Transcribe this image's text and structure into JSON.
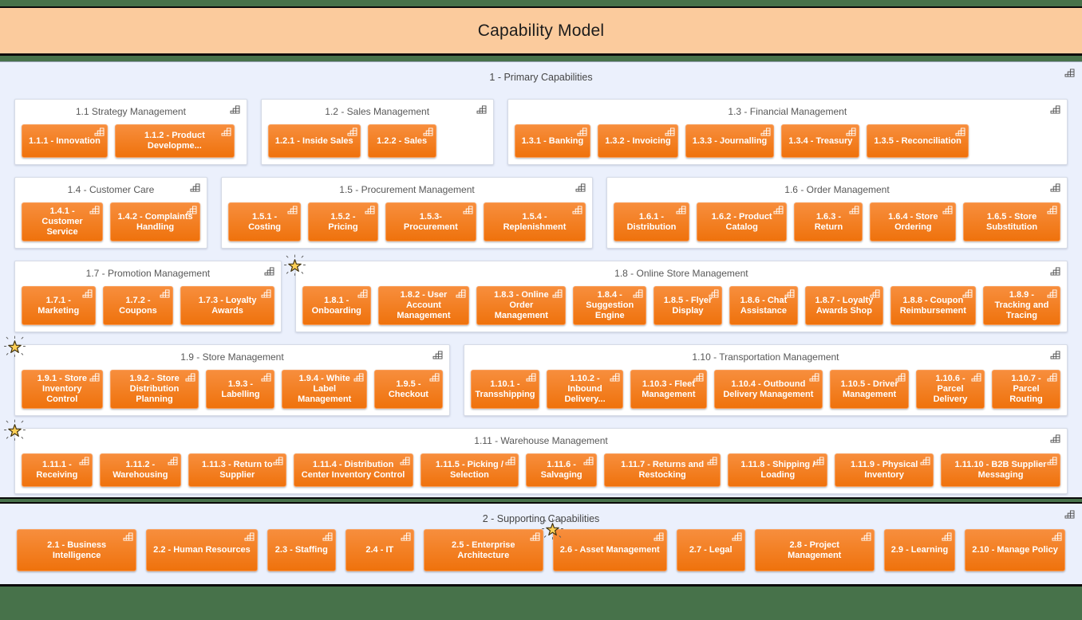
{
  "title": "Capability Model",
  "colors": {
    "background": "#47724a",
    "titleBand": "#fbcb9d",
    "panel": "#ebf0fc",
    "capTop": "#f78e3d",
    "capBottom": "#ef720c",
    "groupTitleText": "#585858"
  },
  "icons": {
    "corner": "chart-grid-icon",
    "marker": "star-icon"
  },
  "sections": [
    {
      "label": "1 - Primary Capabilities",
      "rows": [
        [
          {
            "title": "1.1 Strategy Management",
            "children": [
              {
                "label": "1.1.1 - Innovation"
              },
              {
                "label": "1.1.2 - Product Developme..."
              }
            ]
          },
          {
            "title": "1.2 - Sales Management",
            "children": [
              {
                "label": "1.2.1 - Inside Sales"
              },
              {
                "label": "1.2.2 - Sales"
              }
            ]
          },
          {
            "title": "1.3 - Financial Management",
            "children": [
              {
                "label": "1.3.1 - Banking"
              },
              {
                "label": "1.3.2 - Invoicing"
              },
              {
                "label": "1.3.3 - Journalling"
              },
              {
                "label": "1.3.4 - Treasury"
              },
              {
                "label": "1.3.5 - Reconciliation"
              }
            ]
          }
        ],
        [
          {
            "title": "1.4 - Customer Care",
            "children": [
              {
                "label": "1.4.1 - Customer Service"
              },
              {
                "label": "1.4.2 - Complaints Handling"
              }
            ]
          },
          {
            "title": "1.5 - Procurement Management",
            "children": [
              {
                "label": "1.5.1 - Costing"
              },
              {
                "label": "1.5.2 - Pricing"
              },
              {
                "label": "1.5.3- Procurement"
              },
              {
                "label": "1.5.4 - Replenishment"
              }
            ]
          },
          {
            "title": "1.6 - Order Management",
            "children": [
              {
                "label": "1.6.1 - Distribution"
              },
              {
                "label": "1.6.2 - Product Catalog"
              },
              {
                "label": "1.6.3 - Return"
              },
              {
                "label": "1.6.4 - Store Ordering"
              },
              {
                "label": "1.6.5 - Store Substitution"
              }
            ]
          }
        ],
        [
          {
            "title": "1.7 - Promotion Management",
            "star": "tr",
            "children": [
              {
                "label": "1.7.1 - Marketing"
              },
              {
                "label": "1.7.2 - Coupons"
              },
              {
                "label": "1.7.3 - Loyalty Awards"
              }
            ]
          },
          {
            "title": "1.8 - Online Store Management",
            "children": [
              {
                "label": "1.8.1 - Onboarding"
              },
              {
                "label": "1.8.2 - User Account Management"
              },
              {
                "label": "1.8.3 - Online Order Management"
              },
              {
                "label": "1.8.4 - Suggestion Engine"
              },
              {
                "label": "1.8.5 - Flyer Display"
              },
              {
                "label": "1.8.6 - Chat Assistance"
              },
              {
                "label": "1.8.7 - Loyalty Awards Shop"
              },
              {
                "label": "1.8.8 - Coupon Reimbursement"
              },
              {
                "label": "1.8.9 - Tracking and Tracing"
              }
            ]
          }
        ],
        [
          {
            "title": "1.9 - Store Management",
            "star": "tl",
            "children": [
              {
                "label": "1.9.1 - Store Inventory Control"
              },
              {
                "label": "1.9.2 - Store Distribution Planning"
              },
              {
                "label": "1.9.3 - Labelling"
              },
              {
                "label": "1.9.4 - White Label Management"
              },
              {
                "label": "1.9.5 - Checkout"
              }
            ]
          },
          {
            "title": "1.10 - Transportation Management",
            "children": [
              {
                "label": "1.10.1 - Transshipping"
              },
              {
                "label": "1.10.2 - Inbound Delivery..."
              },
              {
                "label": "1.10.3 - Fleet Management"
              },
              {
                "label": "1.10.4 - Outbound Delivery Management"
              },
              {
                "label": "1.10.5 - Driver Management"
              },
              {
                "label": "1.10.6 - Parcel Delivery"
              },
              {
                "label": "1.10.7 - Parcel Routing"
              }
            ]
          }
        ],
        [
          {
            "title": "1.11 - Warehouse Management",
            "star": "tl",
            "children": [
              {
                "label": "1.11.1 - Receiving"
              },
              {
                "label": "1.11.2 - Warehousing"
              },
              {
                "label": "1.11.3 - Return to Supplier"
              },
              {
                "label": "1.11.4 - Distribution Center Inventory Control"
              },
              {
                "label": "1.11.5 - Picking / Selection"
              },
              {
                "label": "1.11.6 - Salvaging"
              },
              {
                "label": "1.11.7 - Returns and Restocking"
              },
              {
                "label": "1.11.8 - Shipping / Loading"
              },
              {
                "label": "1.11.9 - Physical Inventory"
              },
              {
                "label": "1.11.10 - B2B Supplier Messaging"
              }
            ]
          }
        ]
      ]
    },
    {
      "label": "2 - Supporting Capabilities",
      "children": [
        {
          "label": "2.1 - Business Intelligence"
        },
        {
          "label": "2.2 - Human Resources"
        },
        {
          "label": "2.3 - Staffing"
        },
        {
          "label": "2.4 - IT"
        },
        {
          "label": "2.5 - Enterprise Architecture"
        },
        {
          "label": "2.6 - Asset Management",
          "star": "tl"
        },
        {
          "label": "2.7 - Legal"
        },
        {
          "label": "2.8 - Project Management"
        },
        {
          "label": "2.9 - Learning"
        },
        {
          "label": "2.10 - Manage Policy"
        }
      ]
    }
  ]
}
